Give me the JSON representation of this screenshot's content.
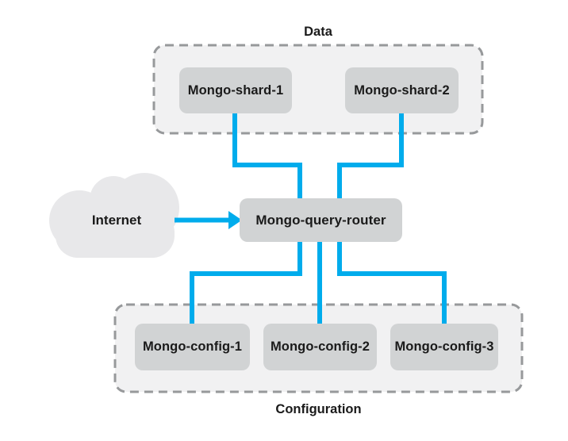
{
  "diagram": {
    "groups": {
      "data": {
        "label": "Data"
      },
      "configuration": {
        "label": "Configuration"
      }
    },
    "cloud": {
      "label": "Internet"
    },
    "nodes": {
      "shard1": {
        "label": "Mongo-shard-1"
      },
      "shard2": {
        "label": "Mongo-shard-2"
      },
      "router": {
        "label": "Mongo-query-router"
      },
      "config1": {
        "label": "Mongo-config-1"
      },
      "config2": {
        "label": "Mongo-config-2"
      },
      "config3": {
        "label": "Mongo-config-3"
      }
    },
    "colors": {
      "connector": "#00ACEC",
      "node_fill": "#d1d3d4",
      "group_fill": "#f1f1f2",
      "group_border": "#97999b",
      "cloud_fill": "#e8e8ea",
      "text": "#1a1a1a"
    }
  }
}
